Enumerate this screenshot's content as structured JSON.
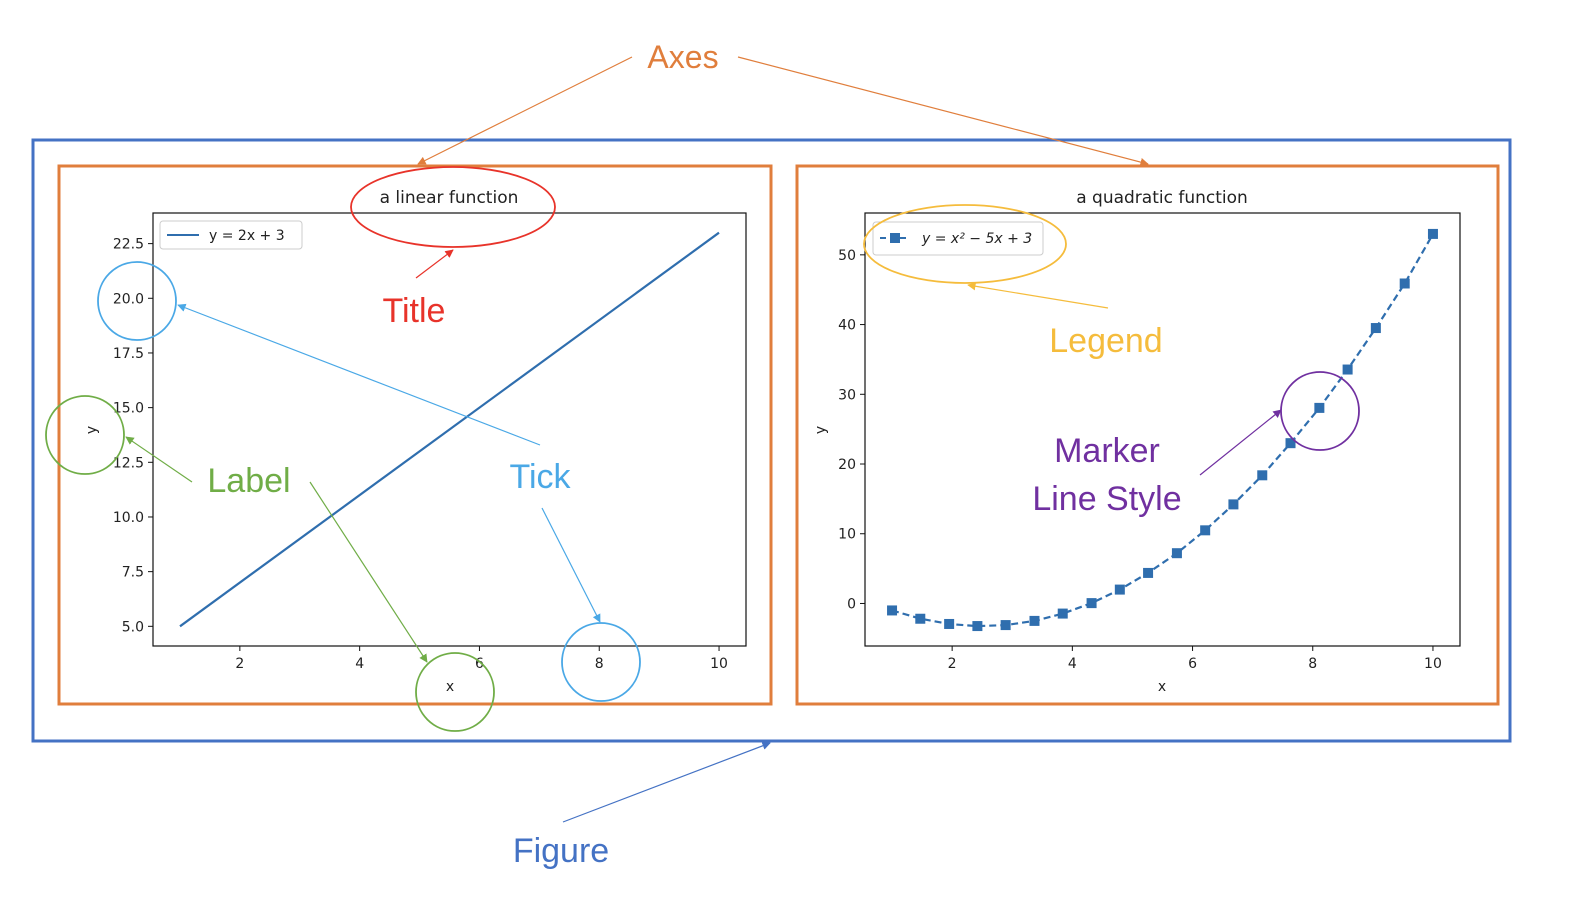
{
  "annotations": {
    "axes": {
      "label": "Axes",
      "color": "#E07E3C"
    },
    "title": {
      "label": "Title",
      "color": "#E8332A"
    },
    "tick": {
      "label": "Tick",
      "color": "#4AA8E6"
    },
    "label": {
      "label": "Label",
      "color": "#70AD47"
    },
    "legend": {
      "label": "Legend",
      "color": "#F5BC3C"
    },
    "marker_line": {
      "label_line1": "Marker",
      "label_line2": "Line Style",
      "color": "#7030A0"
    },
    "figure": {
      "label": "Figure",
      "color": "#4472C4"
    }
  },
  "chart_data": [
    {
      "type": "line",
      "title": "a linear function",
      "xlabel": "x",
      "ylabel": "y",
      "xlim": [
        0.55,
        10.45
      ],
      "ylim": [
        4.1,
        23.9
      ],
      "xticks": [
        2,
        4,
        6,
        8,
        10
      ],
      "xtick_labels": [
        "2",
        "4",
        "6",
        "8",
        "10"
      ],
      "yticks": [
        5.0,
        7.5,
        10.0,
        12.5,
        15.0,
        17.5,
        20.0,
        22.5
      ],
      "ytick_labels": [
        "5.0",
        "7.5",
        "10.0",
        "12.5",
        "15.0",
        "17.5",
        "20.0",
        "22.5"
      ],
      "legend_position": "upper-left",
      "grid": false,
      "series": [
        {
          "name": "y = 2x + 3",
          "color": "#2F6EAE",
          "linestyle": "solid",
          "marker": "none",
          "x": [
            1,
            10
          ],
          "y": [
            5,
            23
          ]
        }
      ]
    },
    {
      "type": "line",
      "title": "a quadratic function",
      "xlabel": "x",
      "ylabel": "y",
      "xlim": [
        0.55,
        10.45
      ],
      "ylim": [
        -6.1,
        56.0
      ],
      "xticks": [
        2,
        4,
        6,
        8,
        10
      ],
      "xtick_labels": [
        "2",
        "4",
        "6",
        "8",
        "10"
      ],
      "yticks": [
        0,
        10,
        20,
        30,
        40,
        50
      ],
      "ytick_labels": [
        "0",
        "10",
        "20",
        "30",
        "40",
        "50"
      ],
      "legend_position": "upper-left",
      "grid": false,
      "series": [
        {
          "name": "y = x² − 5x + 3",
          "color": "#2F6EAE",
          "linestyle": "dashed",
          "marker": "square",
          "x": [
            1.0,
            1.47,
            1.95,
            2.42,
            2.89,
            3.37,
            3.84,
            4.32,
            4.79,
            5.26,
            5.74,
            6.21,
            6.68,
            7.16,
            7.63,
            8.11,
            8.58,
            9.05,
            9.53,
            10.0
          ],
          "y": [
            -1.0,
            -2.19,
            -2.94,
            -3.24,
            -3.1,
            -2.5,
            -1.45,
            0.05,
            1.99,
            4.38,
            7.21,
            10.49,
            14.21,
            18.38,
            22.99,
            28.05,
            33.55,
            39.5,
            45.89,
            53.0
          ]
        }
      ]
    }
  ]
}
